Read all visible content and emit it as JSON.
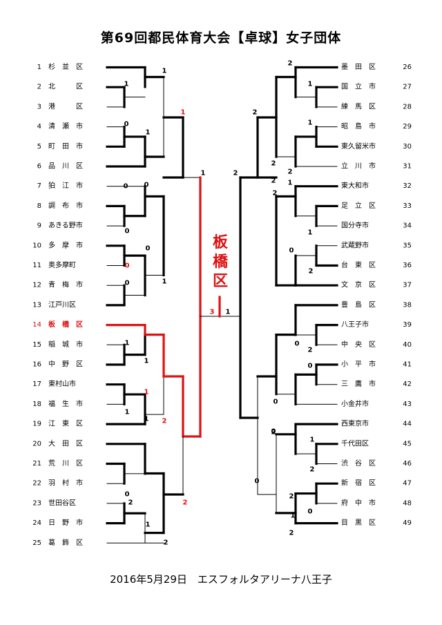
{
  "title": "第69回都民体育大会【卓球】女子団体",
  "footer": "2016年5月29日　エスフォルタアリーナ八王子",
  "winner_label": "板橋区",
  "colors": {
    "line": "#000000",
    "highlight": "#dd1111"
  },
  "left_teams": [
    {
      "no": "1",
      "name": "杉　並　区"
    },
    {
      "no": "2",
      "name": "北　　　区"
    },
    {
      "no": "3",
      "name": "港　　　区"
    },
    {
      "no": "4",
      "name": "清　瀬　市"
    },
    {
      "no": "5",
      "name": "町　田　市"
    },
    {
      "no": "6",
      "name": "品　川　区"
    },
    {
      "no": "7",
      "name": "狛　江　市"
    },
    {
      "no": "8",
      "name": "調　布　市"
    },
    {
      "no": "9",
      "name": "あきる野市"
    },
    {
      "no": "10",
      "name": "多　摩　市"
    },
    {
      "no": "11",
      "name": "奥多摩町"
    },
    {
      "no": "12",
      "name": "青　梅　市"
    },
    {
      "no": "13",
      "name": "江戸川区"
    },
    {
      "no": "14",
      "name": "板　橋　区",
      "highlight": true
    },
    {
      "no": "15",
      "name": "稲　城　市"
    },
    {
      "no": "16",
      "name": "中　野　区"
    },
    {
      "no": "17",
      "name": "東村山市"
    },
    {
      "no": "18",
      "name": "福　生　市"
    },
    {
      "no": "19",
      "name": "江　東　区"
    },
    {
      "no": "20",
      "name": "大　田　区"
    },
    {
      "no": "21",
      "name": "荒　川　区"
    },
    {
      "no": "22",
      "name": "羽　村　市"
    },
    {
      "no": "23",
      "name": "世田谷区"
    },
    {
      "no": "24",
      "name": "日　野　市"
    },
    {
      "no": "25",
      "name": "葛　飾　区"
    }
  ],
  "right_teams": [
    {
      "no": "26",
      "name": "墨　田　区"
    },
    {
      "no": "27",
      "name": "国　立　市"
    },
    {
      "no": "28",
      "name": "練　馬　区"
    },
    {
      "no": "29",
      "name": "昭　島　市"
    },
    {
      "no": "30",
      "name": "東久留米市"
    },
    {
      "no": "31",
      "name": "立　川　市"
    },
    {
      "no": "32",
      "name": "東大和市"
    },
    {
      "no": "33",
      "name": "足　立　区"
    },
    {
      "no": "34",
      "name": "国分寺市"
    },
    {
      "no": "35",
      "name": "武蔵野市"
    },
    {
      "no": "36",
      "name": "台　東　区"
    },
    {
      "no": "37",
      "name": "文　京　区"
    },
    {
      "no": "38",
      "name": "豊　島　区"
    },
    {
      "no": "39",
      "name": "八王子市"
    },
    {
      "no": "40",
      "name": "中　央　区"
    },
    {
      "no": "41",
      "name": "小　平　市"
    },
    {
      "no": "42",
      "name": "三　鷹　市"
    },
    {
      "no": "43",
      "name": "小金井市"
    },
    {
      "no": "44",
      "name": "西東京市"
    },
    {
      "no": "45",
      "name": "千代田区"
    },
    {
      "no": "46",
      "name": "渋　谷　区"
    },
    {
      "no": "47",
      "name": "新　宿　区"
    },
    {
      "no": "48",
      "name": "府　中　市"
    },
    {
      "no": "49",
      "name": "目　黒　区"
    }
  ],
  "scores": [
    "1",
    "1",
    "0",
    "1",
    "1",
    "0",
    "0",
    "0",
    "1",
    "0",
    "0",
    "0",
    "1",
    "1",
    "1",
    "1",
    "1",
    "2",
    "1",
    "0",
    "2",
    "2",
    "1",
    "2",
    "3",
    "1",
    "2",
    "1",
    "2",
    "1",
    "2",
    "2",
    "2",
    "1",
    "2",
    "1",
    "0",
    "2",
    "0",
    "2",
    "0",
    "0",
    "2",
    "1",
    "0",
    "0",
    "2",
    "2",
    "0",
    "2",
    "1",
    "2"
  ]
}
